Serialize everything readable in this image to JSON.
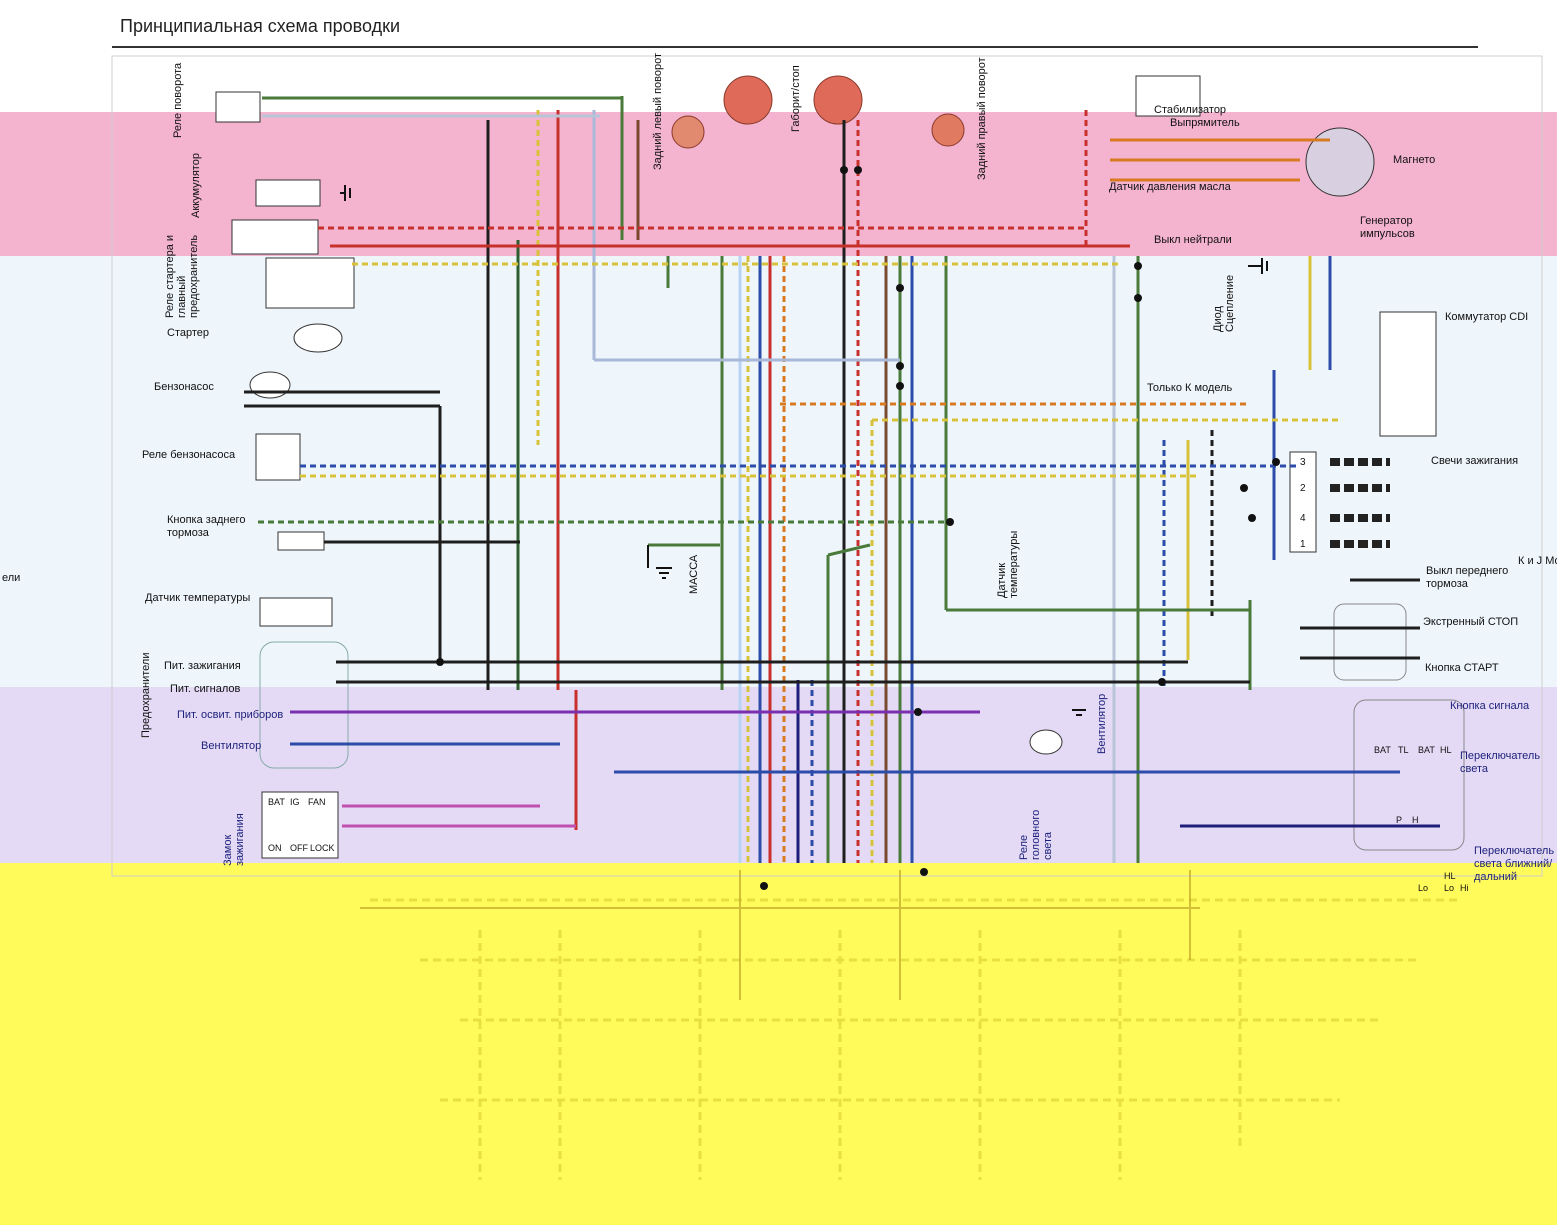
{
  "title": "Принципиальная схема проводки",
  "colors": {
    "band_pink": "#f4b3cf",
    "band_light": "#eef5fb",
    "band_lavender": "#e4daf5",
    "band_yellow": "#fffb5a",
    "wire_green": "#4a7a3a",
    "wire_blue": "#2b4ca8",
    "wire_red": "#c8302c",
    "wire_black": "#1e1e1e",
    "wire_yellow": "#d8c23a",
    "wire_brown": "#7a4a30",
    "wire_purple": "#7a2fb0",
    "wire_orange": "#d87a20"
  },
  "labels": {
    "relay_turn": "Реле поворота",
    "rear_left_turn": "Задний левый поворот",
    "brake_tail": "Габорит/стоп",
    "rear_right_turn": "Задний правый поворот",
    "stabilizer": "Стабилизатор",
    "rectifier": "Выпрямитель",
    "magneto": "Магнето",
    "oil_pressure": "Датчик давления масла",
    "pulse_generator": "Генератор импульсов",
    "neutral_switch": "Выкл нейтрали",
    "battery": "Аккумулятор",
    "starter_relay_fuse": "Реле стартера и главный предохранитель",
    "starter": "Стартер",
    "diode": "Диод Сцепление",
    "cdi": "Коммутатор CDI",
    "fuel_pump": "Бензонасос",
    "k_model_only": "Только К модель",
    "fuel_pump_relay": "Реле бензонасоса",
    "spark_plugs": "Свечи зажигания",
    "rear_brake_button": "Кнопка заднего тормоза",
    "ground": "МАССА",
    "k_j_models": "К и J Модели",
    "front_brake_switch": "Выкл переднего тормоза",
    "temp_sensor_left": "Датчик температуры",
    "temp_sensor_mid": "Датчик температуры",
    "emergency_stop": "Экстренный СТОП",
    "start_button": "Кнопка СТАРТ",
    "fuses": "Предохранители",
    "fuse_ignition": "Пит. зажигания",
    "fuse_horn": "Пит. сигналов",
    "fuse_lights": "Пит. освит. приборов",
    "fuse_fan": "Вентилятор",
    "fan": "Вентилятор",
    "horn_button": "Кнопка сигнала",
    "light_switch": "Переключатель света",
    "ignition_lock": "Замок зажигания",
    "headlight_relay": "Реле головного света",
    "dimmer_switch": "Переключатель света ближний/ дальний",
    "left_edge_cut": "ели"
  },
  "switch_tables": {
    "ignition": [
      "BAT",
      "IG",
      "FAN",
      "ON",
      "OFF",
      "LOCK"
    ],
    "light": [
      "BAT",
      "TL",
      "BAT",
      "HL",
      "P",
      "H"
    ],
    "dimmer": [
      "Lo",
      "HL",
      "Lo",
      "Hi"
    ]
  },
  "spark_plug_numbers": [
    "3",
    "2",
    "4",
    "1"
  ]
}
